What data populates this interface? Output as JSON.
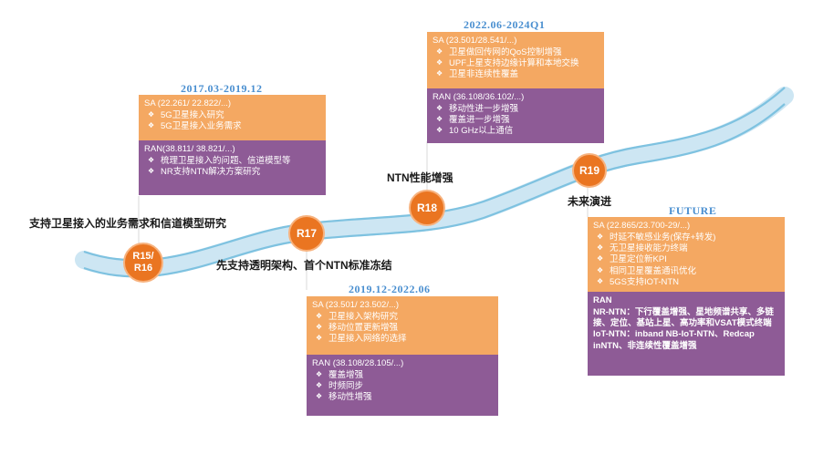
{
  "milestones": [
    {
      "id": "r15",
      "label": "R15/\nR16",
      "caption": "支持卫星接入的业务需求和信道模型研究"
    },
    {
      "id": "r17",
      "label": "R17",
      "caption": "先支持透明架构、首个NTN标准冻结"
    },
    {
      "id": "r18",
      "label": "R18",
      "caption": "NTN性能增强"
    },
    {
      "id": "r19",
      "label": "R19",
      "caption": "未来演进"
    }
  ],
  "cards": {
    "r15": {
      "date": "2017.03-2019.12",
      "sa_head": "SA (22.261/ 22.822/...)",
      "sa_items": [
        "5G卫星接入研究",
        "5G卫星接入业务需求"
      ],
      "ran_head": "RAN(38.811/ 38.821/...)",
      "ran_items": [
        "梳理卫星接入的问题、信道模型等",
        "NR支持NTN解决方案研究"
      ]
    },
    "r17": {
      "date": "2019.12-2022.06",
      "sa_head": "SA (23.501/ 23.502/...)",
      "sa_items": [
        "卫星接入架构研究",
        "移动位置更新增强",
        "卫星接入网络的选择"
      ],
      "ran_head": "RAN (38.108/28.105/...)",
      "ran_items": [
        "覆盖增强",
        "时频同步",
        "移动性增强"
      ]
    },
    "r18": {
      "date": "2022.06-2024Q1",
      "sa_head": "SA (23.501/28.541/...)",
      "sa_items": [
        "卫星做回传网的QoS控制增强",
        "UPF上星支持边缘计算和本地交换",
        "卫星非连续性覆盖"
      ],
      "ran_head": "RAN (36.108/36.102/...)",
      "ran_items": [
        "移动性进一步增强",
        "覆盖进一步增强",
        "10 GHz以上通信"
      ]
    },
    "r19": {
      "date": "FUTURE",
      "sa_head": "SA (22.865/23.700-29/...)",
      "sa_items": [
        "时延不敏感业务(保存+转发)",
        "无卫星接收能力终端",
        "卫星定位新KPI",
        "相同卫星覆盖通讯优化",
        "5GS支持IOT-NTN"
      ],
      "ran_head": "RAN",
      "ran_paras": [
        "NR-NTN：下行覆盖增强、星地频谱共享、多链接、定位、基站上星、高功率和VSAT模式终端",
        "IoT-NTN：inband NB-IoT-NTN、Redcap inNTN、非连续性覆盖增强"
      ]
    }
  },
  "colors": {
    "sa": "#f4a862",
    "ran": "#8e5b96",
    "node": "#ea7521",
    "date": "#4a8fd0",
    "road": "#cde6f3",
    "road_edge": "#7ec2e0"
  }
}
